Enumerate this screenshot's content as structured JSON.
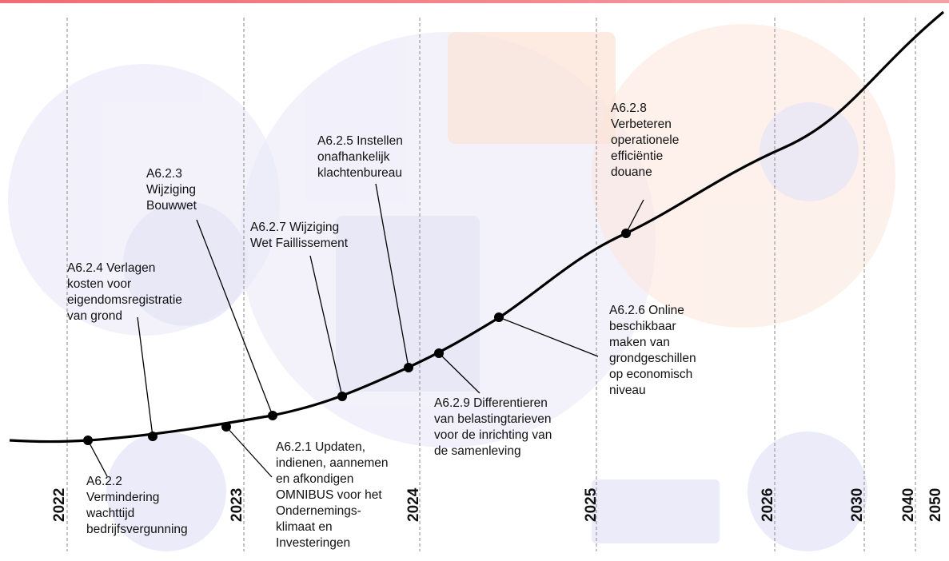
{
  "colors": {
    "top_bar_start": "#f26b73",
    "top_bar_end": "#f4a1a6",
    "background_illustration": "#e5e3f6",
    "background_accent": "#fbe2d7",
    "curve": "#000000",
    "year_divider": "#8a8a8a",
    "text": "#111111"
  },
  "years": [
    "2022",
    "2023",
    "2024",
    "2025",
    "2026",
    "2030",
    "2040",
    "2050"
  ],
  "milestones": [
    {
      "id": "A6.2.2",
      "lines": [
        "A6.2.2",
        "Vermindering",
        "wachttijd",
        "bedrijfsvergunning"
      ]
    },
    {
      "id": "A6.2.4",
      "lines": [
        "A6.2.4 Verlagen",
        "kosten voor",
        "eigendomsregistratie",
        "van grond"
      ]
    },
    {
      "id": "A6.2.1",
      "lines": [
        "A6.2.1 Updaten,",
        "indienen, aannemen",
        "en afkondigen",
        "OMNIBUS voor het",
        "Ondernemings-",
        "klimaat en",
        "Investeringen"
      ]
    },
    {
      "id": "A6.2.3",
      "lines": [
        "A6.2.3",
        "Wijziging",
        "Bouwwet"
      ]
    },
    {
      "id": "A6.2.7",
      "lines": [
        "A6.2.7 Wijziging",
        "Wet Faillissement"
      ]
    },
    {
      "id": "A6.2.5",
      "lines": [
        "A6.2.5 Instellen",
        "onafhankelijk",
        "klachtenbureau"
      ]
    },
    {
      "id": "A6.2.9",
      "lines": [
        "A6.2.9 Differentieren",
        "van belastingtarieven",
        "voor de inrichting van",
        "de samenleving"
      ]
    },
    {
      "id": "A6.2.6",
      "lines": [
        "A6.2.6 Online",
        "beschikbaar",
        "maken van",
        "grondgeschillen",
        "op economisch",
        "niveau"
      ]
    },
    {
      "id": "A6.2.8",
      "lines": [
        "A6.2.8",
        "Verbeteren",
        "operationele",
        "efficiëntie",
        "douane"
      ]
    }
  ]
}
